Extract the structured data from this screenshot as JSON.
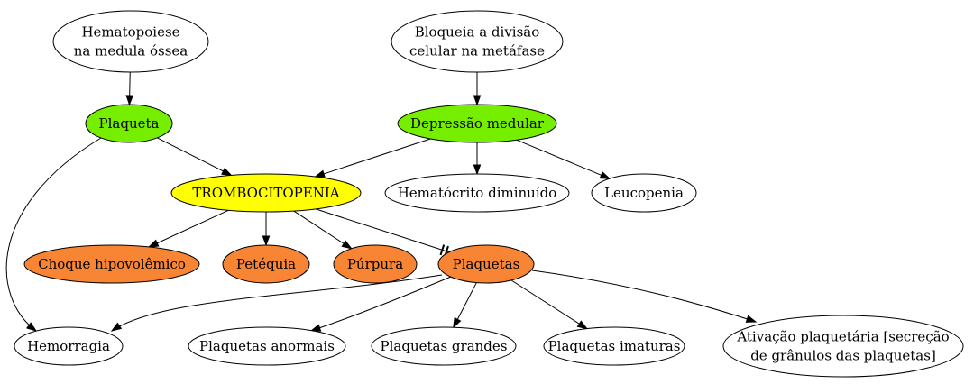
{
  "colors": {
    "green": "#76ee00",
    "yellow": "#ffff00",
    "orange": "#f88534",
    "white": "#ffffff"
  },
  "nodes": {
    "hematopoiese": {
      "lines": [
        "Hematopoiese",
        "na medula óssea"
      ],
      "fill": "white"
    },
    "bloqueia": {
      "lines": [
        "Bloqueia a divisão",
        "celular na metáfase"
      ],
      "fill": "white"
    },
    "plaqueta": {
      "lines": [
        "Plaqueta"
      ],
      "fill": "green"
    },
    "depressao": {
      "lines": [
        "Depressão medular"
      ],
      "fill": "green"
    },
    "trombocitopenia": {
      "lines": [
        "TROMBOCITOPENIA"
      ],
      "fill": "yellow"
    },
    "hematocrito": {
      "lines": [
        "Hematócrito diminuído"
      ],
      "fill": "white"
    },
    "leucopenia": {
      "lines": [
        "Leucopenia"
      ],
      "fill": "white"
    },
    "choque": {
      "lines": [
        "Choque hipovolêmico"
      ],
      "fill": "orange"
    },
    "petequia": {
      "lines": [
        "Petéquia"
      ],
      "fill": "orange"
    },
    "purpura": {
      "lines": [
        "Púrpura"
      ],
      "fill": "orange"
    },
    "plaquetas": {
      "lines": [
        "Plaquetas"
      ],
      "fill": "orange"
    },
    "hemorragia": {
      "lines": [
        "Hemorragia"
      ],
      "fill": "white"
    },
    "anormais": {
      "lines": [
        "Plaquetas anormais"
      ],
      "fill": "white"
    },
    "grandes": {
      "lines": [
        "Plaquetas grandes"
      ],
      "fill": "white"
    },
    "imaturas": {
      "lines": [
        "Plaquetas imaturas"
      ],
      "fill": "white"
    },
    "ativacao": {
      "lines": [
        "Ativação plaquetária [secreção",
        "de grânulos das plaquetas]"
      ],
      "fill": "white"
    }
  },
  "edges": [
    {
      "from": "hematopoiese",
      "to": "plaqueta",
      "type": "arrow"
    },
    {
      "from": "bloqueia",
      "to": "depressao",
      "type": "arrow"
    },
    {
      "from": "plaqueta",
      "to": "trombocitopenia",
      "type": "arrow"
    },
    {
      "from": "plaqueta",
      "to": "hemorragia",
      "type": "arrow"
    },
    {
      "from": "depressao",
      "to": "trombocitopenia",
      "type": "arrow"
    },
    {
      "from": "depressao",
      "to": "hematocrito",
      "type": "arrow"
    },
    {
      "from": "depressao",
      "to": "leucopenia",
      "type": "arrow"
    },
    {
      "from": "trombocitopenia",
      "to": "choque",
      "type": "arrow"
    },
    {
      "from": "trombocitopenia",
      "to": "petequia",
      "type": "arrow"
    },
    {
      "from": "trombocitopenia",
      "to": "purpura",
      "type": "arrow"
    },
    {
      "from": "trombocitopenia",
      "to": "plaquetas",
      "type": "inhibit"
    },
    {
      "from": "plaquetas",
      "to": "hemorragia",
      "type": "arrow"
    },
    {
      "from": "plaquetas",
      "to": "anormais",
      "type": "arrow"
    },
    {
      "from": "plaquetas",
      "to": "grandes",
      "type": "arrow"
    },
    {
      "from": "plaquetas",
      "to": "imaturas",
      "type": "arrow"
    },
    {
      "from": "plaquetas",
      "to": "ativacao",
      "type": "arrow"
    }
  ]
}
